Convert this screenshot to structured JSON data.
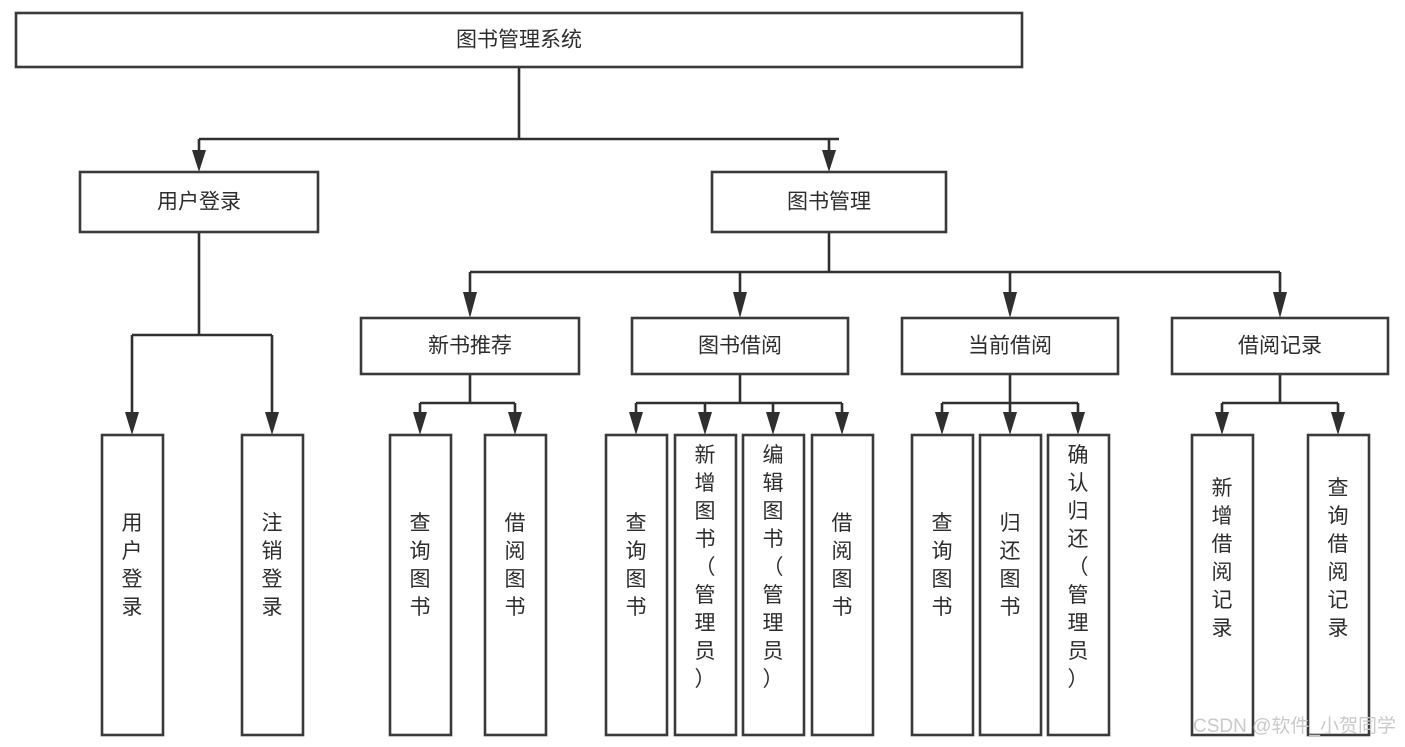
{
  "diagram": {
    "title": "图书管理系统",
    "type": "tree-hierarchy-diagram",
    "orientation": "top-down",
    "colors": {
      "box_stroke": "#3a3a3a",
      "box_fill": "#ffffff",
      "edge": "#2f2f2f",
      "text": "#2d2d2d",
      "background": "#ffffff",
      "watermark": "#c9c9c9"
    }
  },
  "nodes": {
    "root": {
      "label": "图书管理系统"
    },
    "level2": [
      {
        "label": "用户登录"
      },
      {
        "label": "图书管理"
      }
    ],
    "level3": [
      {
        "label": "新书推荐"
      },
      {
        "label": "图书借阅"
      },
      {
        "label": "当前借阅"
      },
      {
        "label": "借阅记录"
      }
    ],
    "leaves": {
      "user_login": [
        {
          "label": "用户登录"
        },
        {
          "label": "注销登录"
        }
      ],
      "new_book_recommend": [
        {
          "label": "查询图书"
        },
        {
          "label": "借阅图书"
        }
      ],
      "book_borrow": [
        {
          "label": "查询图书"
        },
        {
          "label": "新增图书（管理员）"
        },
        {
          "label": "编辑图书（管理员）"
        },
        {
          "label": "借阅图书"
        }
      ],
      "current_borrow": [
        {
          "label": "查询图书"
        },
        {
          "label": "归还图书"
        },
        {
          "label": "确认归还（管理员）"
        }
      ],
      "borrow_record": [
        {
          "label": "新增借阅记录"
        },
        {
          "label": "查询借阅记录"
        }
      ]
    }
  },
  "watermark": {
    "text": "CSDN @软件_小贺同学"
  }
}
